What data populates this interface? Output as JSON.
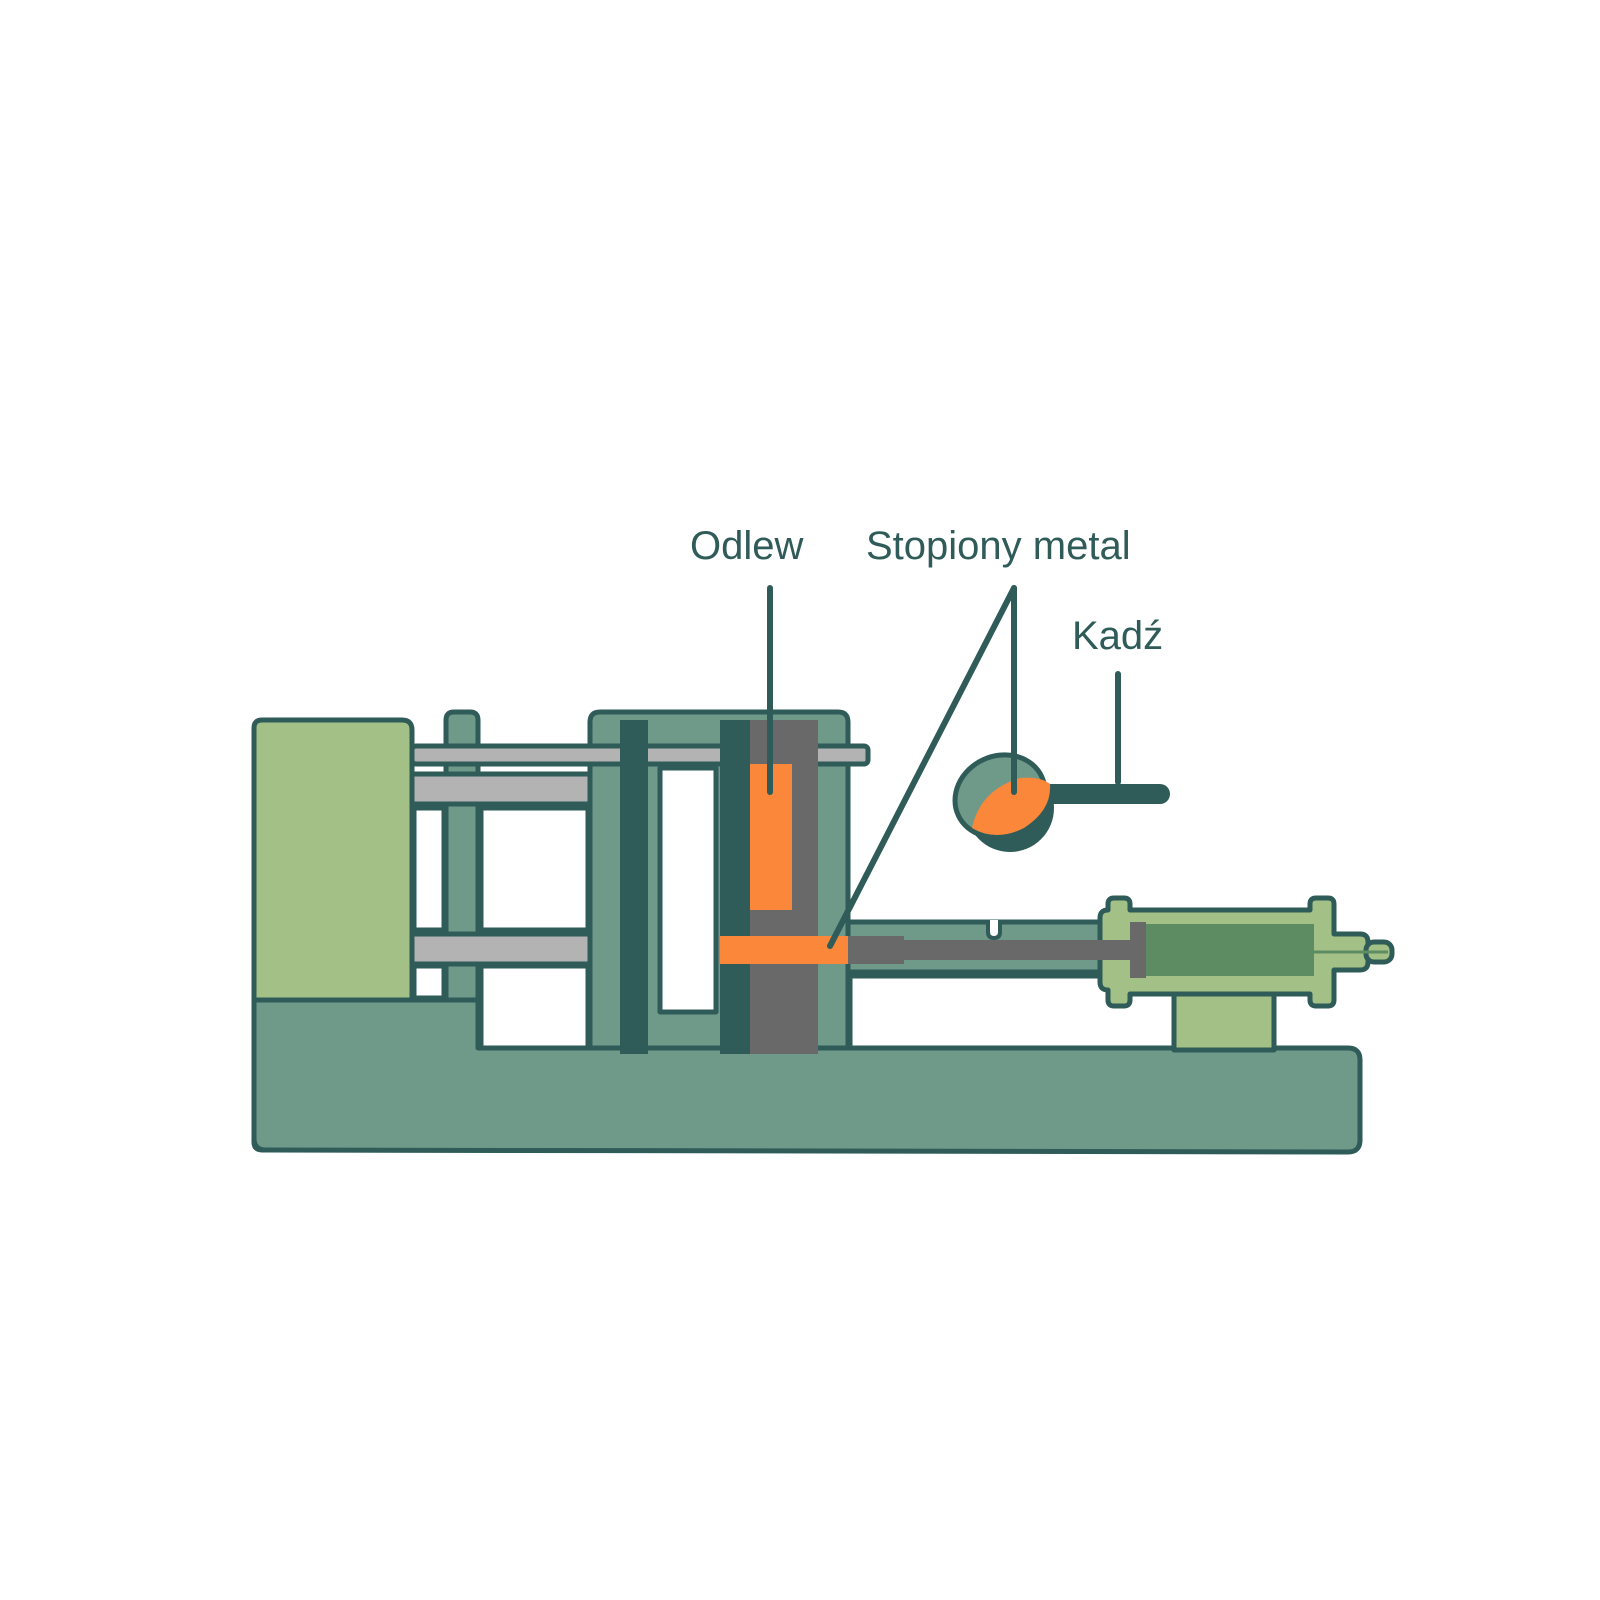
{
  "labels": {
    "casting": "Odlew",
    "molten_metal": "Stopiony metal",
    "ladle": "Kadź"
  },
  "colors": {
    "outline": "#2f5b58",
    "body": "#6f9a8a",
    "light_green": "#a3c186",
    "mid_green": "#5e8c62",
    "tie_bar": "#b3b3b3",
    "die_grey": "#696969",
    "molten": "#fb873b",
    "background": "#ffffff"
  }
}
